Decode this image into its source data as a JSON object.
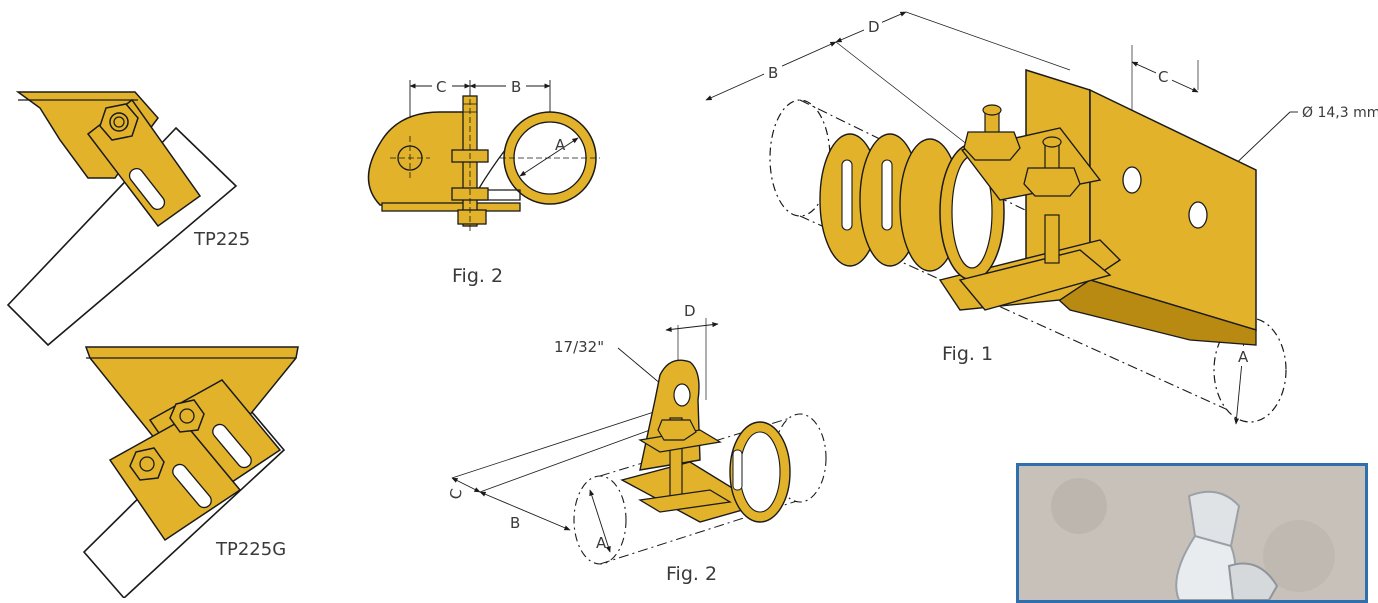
{
  "colors": {
    "brass": "#E2B32A",
    "brass_dark": "#B88A12",
    "outline": "#1a1a1a",
    "pipe": "#ffffff",
    "photo_border": "#2f6fae",
    "photo_bg": "#c9c4bd"
  },
  "labels": {
    "tp225": "TP225",
    "tp225g": "TP225G",
    "fig2_top": "Fig. 2",
    "fig2_bottom": "Fig. 2",
    "fig1": "Fig. 1",
    "hole_dia_fig1": "Ø 14,3 mm",
    "hole_dia_fig2": "17/32\""
  },
  "dimensions": {
    "fig2_top": {
      "c": "C",
      "b": "B",
      "a": "A"
    },
    "fig1": {
      "b": "B",
      "d": "D",
      "c": "C",
      "a": "A"
    },
    "fig2_bottom": {
      "d": "D",
      "c": "C",
      "b": "B",
      "a": "A"
    }
  },
  "photo": {
    "description_icon": "clamp-photo"
  }
}
